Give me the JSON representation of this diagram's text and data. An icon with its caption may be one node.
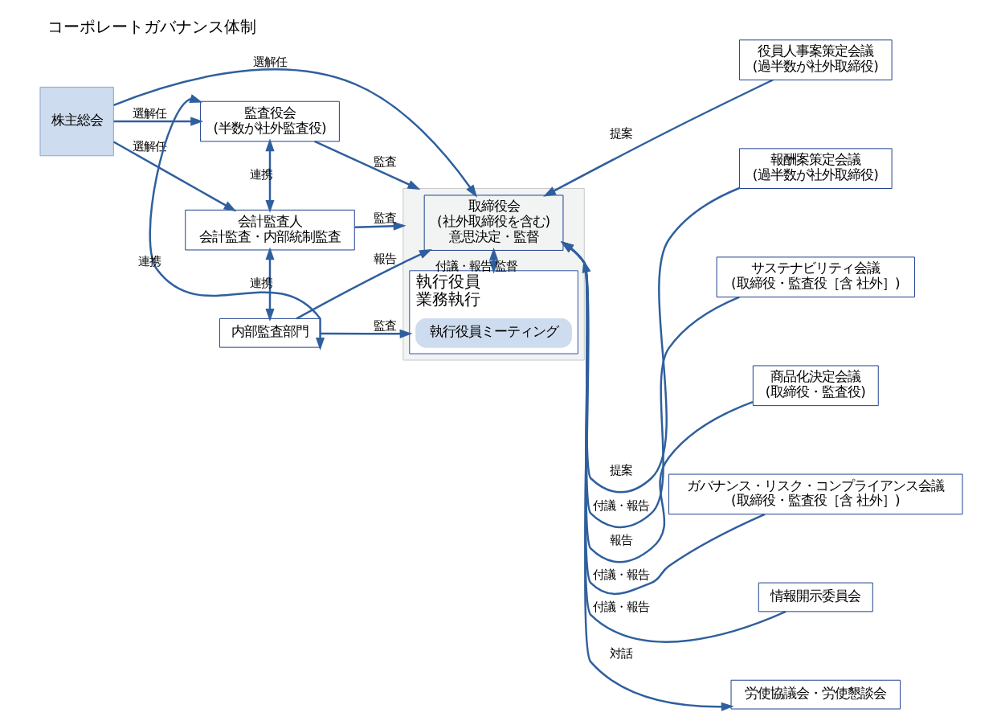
{
  "diagram": {
    "title": "コーポレートガバナンス体制",
    "nodes": [
      {
        "text": [
          "株主総会"
        ]
      },
      {
        "text": [
          "監査役会",
          "(半数が社外監査役)"
        ]
      },
      {
        "text": [
          "会計監査人",
          "会計監査・内部統制監査"
        ]
      },
      {
        "text": [],
        "shape": "box"
      },
      {
        "text": [
          "取締役会",
          "(社外取締役を含む)",
          "意思決定・監督"
        ],
        "in": 3
      },
      {
        "text": [
          "執行役員",
          "業務執行"
        ],
        "in": 3
      },
      {
        "text": [
          "執行役員ミーティング"
        ],
        "in": 5
      },
      {
        "text": [
          "役員人事案策定会議",
          "(過半数が社外取締役)"
        ]
      },
      {
        "text": [
          "報酬案策定会議",
          "(過半数が社外取締役)"
        ]
      },
      {
        "text": [
          "サステナビリティ会議",
          "(取締役・監査役［含 社外］)"
        ]
      },
      {
        "text": [
          "商品化決定会議",
          "(取締役・監査役)"
        ]
      },
      {
        "text": [
          "ガバナンス・リスク・コンプライアンス会議",
          "(取締役・監査役［含 社外］)"
        ]
      },
      {
        "text": [
          "情報開示委員会"
        ]
      },
      {
        "text": [
          "労使協議会・労使懇談会"
        ]
      },
      {
        "text": [
          "内部監査部門"
        ]
      }
    ],
    "edges": [
      {
        "from": 0,
        "to": 1,
        "arrow": "to",
        "label": "選解任"
      },
      {
        "from": 0,
        "to": 2,
        "arrow": "to",
        "label": "選解任"
      },
      {
        "from": 0,
        "to": 4,
        "arrow": "to",
        "label": "選解任"
      },
      {
        "from": 1,
        "to": 3,
        "arrow": "to",
        "label": "監査"
      },
      {
        "from": 1,
        "to": 2,
        "arrow": "both",
        "label": "連携"
      },
      {
        "from": 2,
        "to": 3,
        "arrow": "to",
        "label": "監査"
      },
      {
        "from": 1,
        "to": 14,
        "arrow": "both",
        "label": "連携"
      },
      {
        "from": 2,
        "to": 14,
        "arrow": "both",
        "label": "連携"
      },
      {
        "from": 4,
        "to": 5,
        "arrow": "to",
        "label": "監督"
      },
      {
        "from": 5,
        "to": 4,
        "arrow": "to",
        "label": "付議・報告"
      },
      {
        "from": 14,
        "to": 4,
        "arrow": "to",
        "label": "報告"
      },
      {
        "from": 14,
        "to": 5,
        "arrow": "to",
        "label": "監査"
      },
      {
        "from": 7,
        "to": 4,
        "arrow": "to",
        "label": "提案"
      },
      {
        "from": 8,
        "to": 4,
        "arrow": "to",
        "label": "提案"
      },
      {
        "from": 9,
        "to": 4,
        "arrow": "to",
        "label": "付議・報告"
      },
      {
        "from": 11,
        "to": 4,
        "arrow": "to",
        "label": "付議・報告"
      },
      {
        "from": 10,
        "to": 4,
        "arrow": "to",
        "label": "報告"
      },
      {
        "from": 12,
        "to": 4,
        "arrow": "to",
        "label": "付議・報告"
      },
      {
        "from": 13,
        "to": 3,
        "arrow": "both",
        "label": "対話"
      }
    ]
  }
}
